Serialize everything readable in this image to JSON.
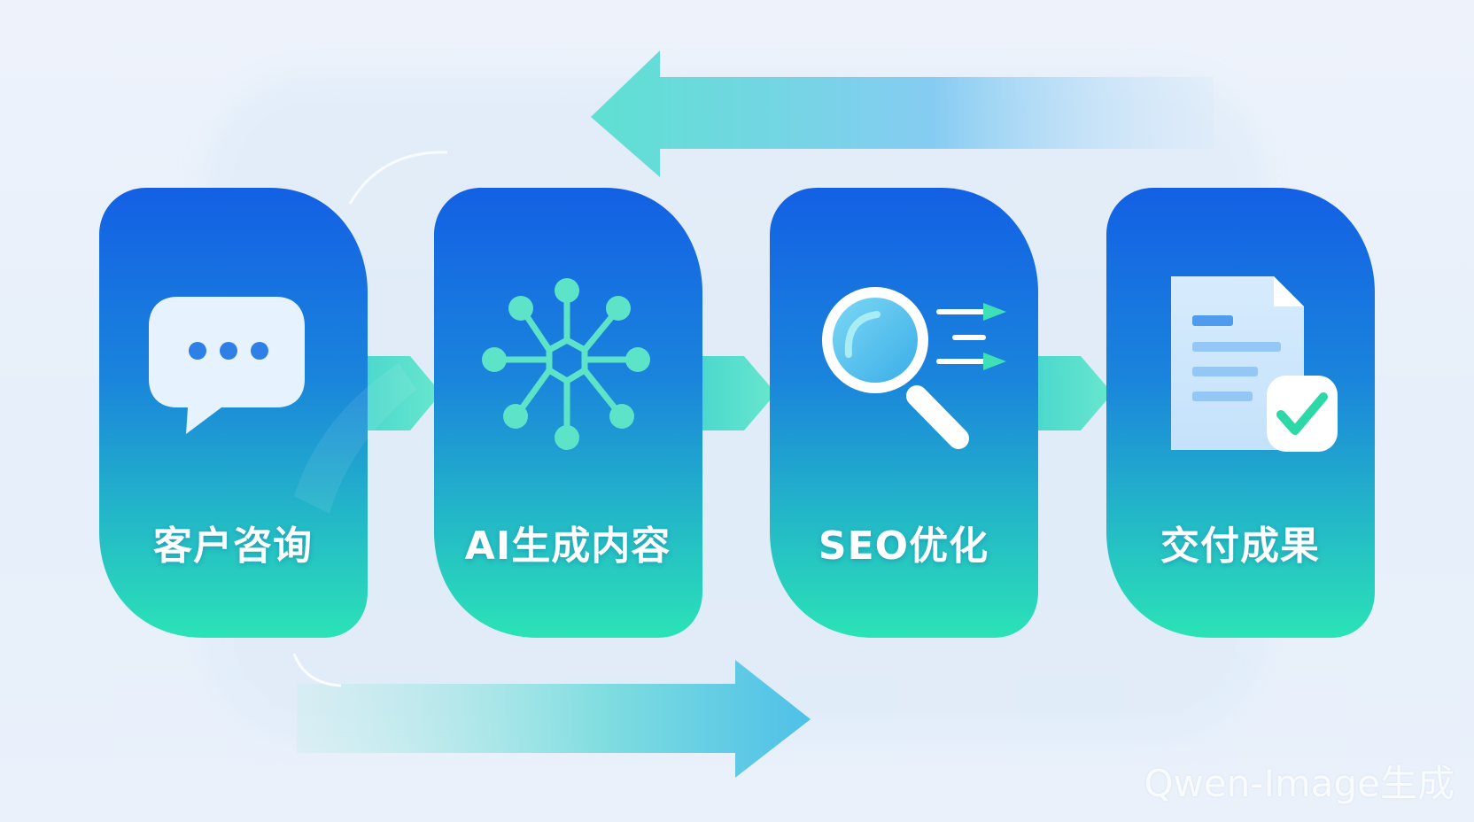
{
  "steps": [
    {
      "label": "客户咨询",
      "icon": "chat-bubble-icon"
    },
    {
      "label": "AI生成内容",
      "icon": "network-nodes-icon"
    },
    {
      "label": "SEO优化",
      "icon": "magnifier-icon"
    },
    {
      "label": "交付成果",
      "icon": "document-check-icon"
    }
  ],
  "watermark": "Qwen-Image生成",
  "colors": {
    "card_top": "#1263e3",
    "card_bottom": "#2ae0b6",
    "teal": "#4fe0c6",
    "arrow_blue": "#57a9ec",
    "background": "#eaf1fb"
  }
}
